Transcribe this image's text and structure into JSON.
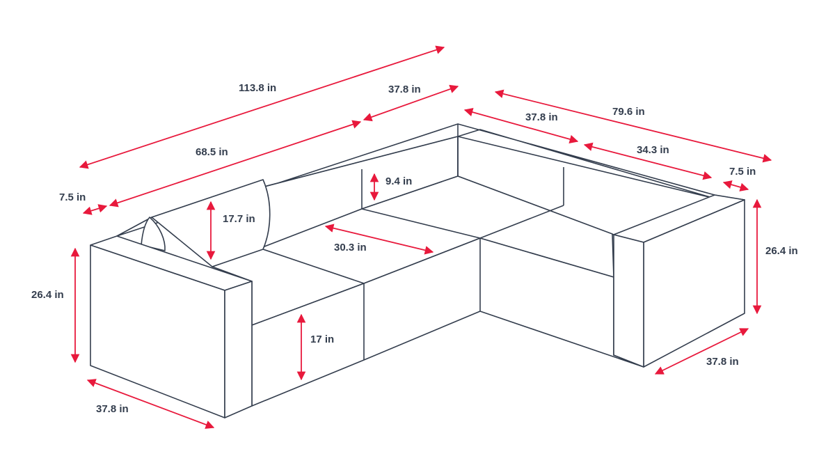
{
  "title": "L-shaped sectional sofa dimensions",
  "colors": {
    "outline": "#333d4d",
    "dimension": "#e8193c"
  },
  "dimensions": {
    "total_length": "113.8 in",
    "back_corner_depth": "37.8 in",
    "back_inner_length": "68.5 in",
    "left_arm_width": "7.5 in",
    "right_outer_length": "79.6 in",
    "right_corner_depth": "37.8 in",
    "right_inner_length": "34.3 in",
    "right_arm_width": "7.5 in",
    "back_cushion_height": "9.4 in",
    "back_height": "17.7 in",
    "seat_depth": "30.3 in",
    "left_height": "26.4 in",
    "right_height": "26.4 in",
    "seat_height": "17 in",
    "left_depth": "37.8 in",
    "right_depth": "37.8 in"
  }
}
